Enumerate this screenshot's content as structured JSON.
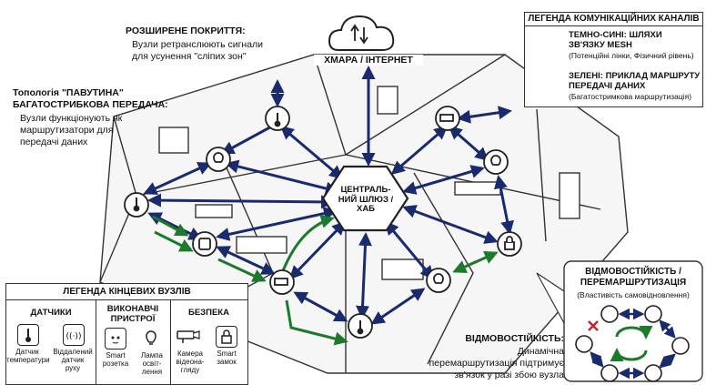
{
  "coverage": {
    "title": "РОЗШИРЕНЕ ПОКРИТТЯ:",
    "line1": "Вузли ретранслюють сигнали",
    "line2": "для усунення \"сліпих зон\""
  },
  "topology": {
    "title1": "Топологія \"ПАВУТИНА\"",
    "title2": "БАГАТОСТРИБКОВА ПЕРЕДАЧА:",
    "line1": "Вузли функціонують як",
    "line2": "маршрутизатори для",
    "line3": "передачі даних"
  },
  "cloud": {
    "label": "ХМАРА / ІНТЕРНЕТ"
  },
  "hub": {
    "line1": "ЦЕНТРАЛЬ-",
    "line2": "НИЙ ШЛЮЗ /",
    "line3": "ХАБ"
  },
  "comm_legend": {
    "title": "ЛЕГЕНДА КОМУНІКАЦІЙНИХ КАНАЛІВ",
    "blue_title1": "ТЕМНО-СИНІ: ШЛЯХИ",
    "blue_title2": "ЗВ'ЯЗКУ MESH",
    "blue_note": "(Потенційні лінки, Фізичний рівень)",
    "green_title1": "ЗЕЛЕНІ: ПРИКЛАД МАРШРУТУ",
    "green_title2": "ПЕРЕДАЧІ ДАНИХ",
    "green_note": "(Багатостримкова маршрутизація)",
    "blue_color": "#1a2a6e",
    "green_color": "#1d7a2c"
  },
  "resilience_box": {
    "title1": "ВІДМОВОСТІЙКІСТЬ /",
    "title2": "ПЕРЕМАРШРУТИЗАЦІЯ",
    "subtitle": "(Властивість самовідновлення)"
  },
  "resilience": {
    "title": "ВІДМОВОСТІЙКІСТЬ:",
    "line1": "Динамічна",
    "line2": "перемаршрутизація підтримує",
    "line3": "зв'язок у разі збою вузла"
  },
  "end_legend": {
    "title": "ЛЕГЕНДА КІНЦЕВИХ ВУЗЛІВ",
    "sensors": {
      "title": "ДАТЧИКИ",
      "items": [
        {
          "label1": "Датчик",
          "label2": "температури",
          "icon": "thermometer-icon"
        },
        {
          "label1": "Віддалений",
          "label2": "датчик",
          "label3": "руху",
          "icon": "motion-sensor-icon"
        }
      ]
    },
    "actuators": {
      "title1": "ВИКОНАВЧІ",
      "title2": "ПРИСТРОЇ",
      "items": [
        {
          "label1": "Smart",
          "label2": "розетка",
          "icon": "smart-plug-icon"
        },
        {
          "label1": "Лампа",
          "label2": "освіт-",
          "label3": "лення",
          "icon": "lamp-icon"
        }
      ]
    },
    "security": {
      "title": "БЕЗПЕКА",
      "items": [
        {
          "label1": "Камера",
          "label2": "відеона-",
          "label3": "гляду",
          "icon": "camera-icon"
        },
        {
          "label1": "Smart",
          "label2": "замок",
          "icon": "lock-icon"
        }
      ]
    }
  }
}
